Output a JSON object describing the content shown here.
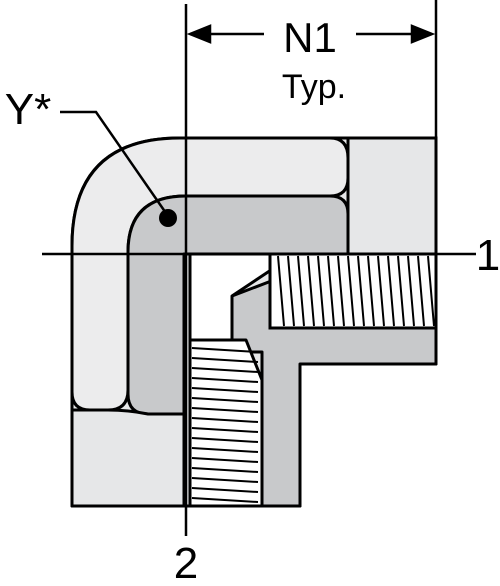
{
  "labels": {
    "dimension": "N1",
    "dimension_note": "Typ.",
    "point": "Y*",
    "port_1": "1",
    "port_2": "2"
  },
  "colors": {
    "outline": "#000000",
    "body_fill": "#e6e7e8",
    "bore_fill": "#c8c9cb",
    "thread_fill": "#ffffff",
    "background": "#ffffff"
  }
}
